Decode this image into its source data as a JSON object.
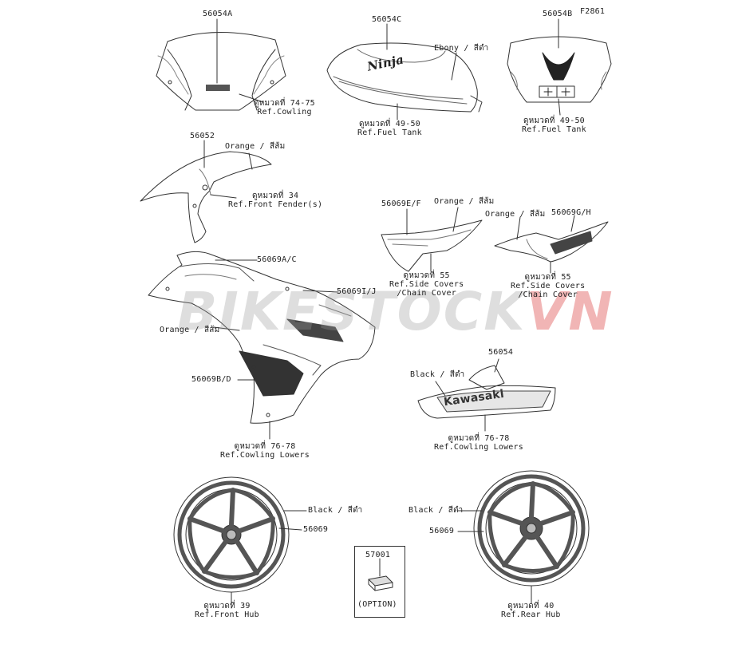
{
  "figure_code": "F2861",
  "watermark": {
    "part1": "BIKESTOCK",
    "part2": "VN",
    "color1": "#9a9a9a",
    "color2": "#d41b1b"
  },
  "parts": {
    "windshield": {
      "number": "56054A",
      "ref_line1": "ดูหมวดที่ 74-75",
      "ref_line2": "Ref.Cowling"
    },
    "tank_ninja": {
      "number": "56054C",
      "color_note": "Ebony / สีดำ",
      "ref_line1": "ดูหมวดที่ 49-50",
      "ref_line2": "Ref.Fuel Tank"
    },
    "tank_front": {
      "number": "56054B",
      "ref_line1": "ดูหมวดที่ 49-50",
      "ref_line2": "Ref.Fuel Tank"
    },
    "fender": {
      "number": "56052",
      "color_note": "Orange / สีส้ม",
      "ref_line1": "ดูหมวดที่ 34",
      "ref_line2": "Ref.Front Fender(s)"
    },
    "side_cover_left": {
      "number": "56069E/F",
      "color_note": "Orange / สีส้ม",
      "ref_line1": "ดูหมวดที่ 55",
      "ref_line2": "Ref.Side Covers",
      "ref_line3": "/Chain Cover"
    },
    "side_cover_right": {
      "number": "56069G/H",
      "color_note": "Orange / สีส้ม",
      "ref_line1": "ดูหมวดที่ 55",
      "ref_line2": "Ref.Side Covers",
      "ref_line3": "/Chain Cover"
    },
    "cowling": {
      "number_upper": "56069A/C",
      "number_mid": "56069I/J",
      "number_lower": "56069B/D",
      "color_note": "Orange / สีส้ม",
      "ref_line1": "ดูหมวดที่ 76-78",
      "ref_line2": "Ref.Cowling Lowers"
    },
    "lower_cowl": {
      "number": "56054",
      "color_note": "Black / สีดำ",
      "brand_text": "Kawasaki",
      "ref_line1": "ดูหมวดที่ 76-78",
      "ref_line2": "Ref.Cowling Lowers"
    },
    "front_wheel": {
      "number": "56069",
      "color_note": "Black / สีดำ",
      "ref_line1": "ดูหมวดที่ 39",
      "ref_line2": "Ref.Front Hub"
    },
    "rear_wheel": {
      "number": "56069",
      "color_note": "Black / สีดำ",
      "ref_line1": "ดูหมวดที่ 40",
      "ref_line2": "Ref.Rear Hub"
    },
    "option": {
      "number": "57001",
      "label": "(OPTION)"
    }
  },
  "ninja_script": "Ninja"
}
